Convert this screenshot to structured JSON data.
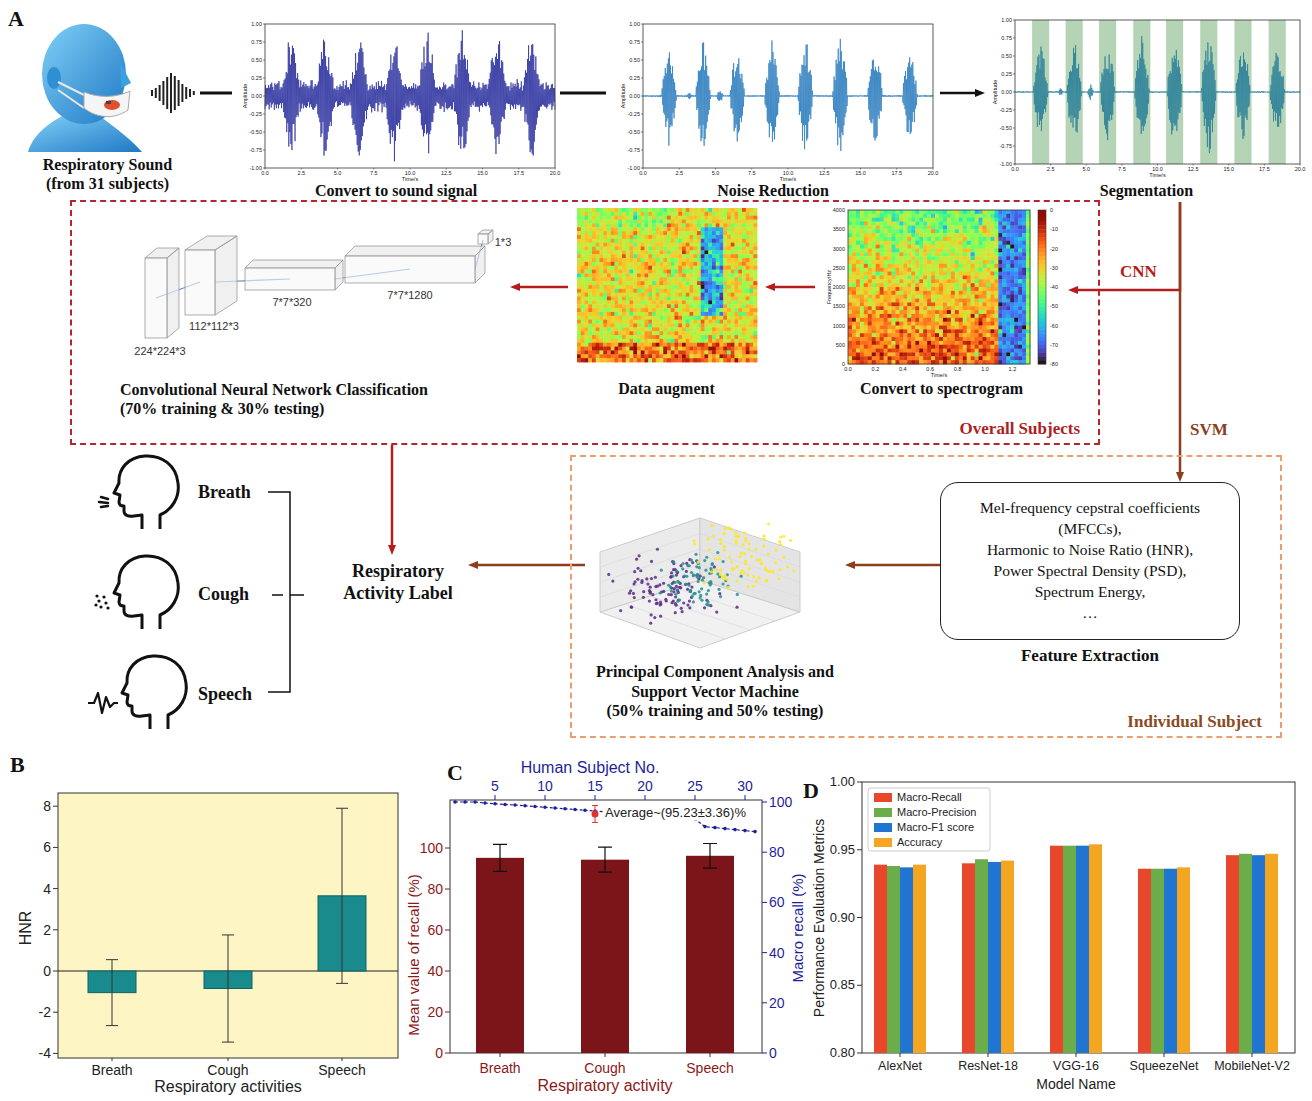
{
  "diagram": {
    "nodes": [
      {
        "text": [
          "Respiratory Sound (from 31 subjects)"
        ]
      },
      {
        "text": [
          "Convert to sound signal"
        ]
      },
      {
        "text": [
          "Noise Reduction"
        ]
      },
      {
        "text": [
          "Segmentation"
        ]
      },
      {
        "text": [
          "Overall Subjects"
        ]
      },
      {
        "text": [
          "Convolutional Neural Network Classification",
          "(70% training & 30% testing)"
        ],
        "in": 4
      },
      {
        "text": [
          "Data augment"
        ],
        "in": 4
      },
      {
        "text": [
          "Convert to spectrogram"
        ],
        "in": 4
      },
      {
        "text": [
          "Individual Subject"
        ]
      },
      {
        "text": [
          "Mel-frequency cepstral coefficients (MFCCs),",
          "Harmonic to Noise Ratio (HNR),",
          "Power Spectral Density (PSD),",
          "Spectrum Energy,",
          "…",
          "Feature Extraction"
        ],
        "in": 8
      },
      {
        "text": [
          "Principal Component Analysis and Support Vector Machine",
          "(50% training and 50% testing)"
        ],
        "in": 8
      },
      {
        "text": [
          "Respiratory Activity Label"
        ]
      },
      {
        "text": [
          "Breath"
        ]
      },
      {
        "text": [
          "Cough"
        ]
      },
      {
        "text": [
          "Speech"
        ]
      }
    ],
    "edges": [
      {
        "from": 0,
        "to": 1,
        "arrow": "none"
      },
      {
        "from": 1,
        "to": 2,
        "arrow": "none"
      },
      {
        "from": 2,
        "to": 3,
        "arrow": "to"
      },
      {
        "from": 3,
        "to": 7,
        "label": "CNN",
        "arrow": "to"
      },
      {
        "from": 3,
        "to": 9,
        "label": "SVM",
        "arrow": "to"
      },
      {
        "from": 7,
        "to": 6,
        "arrow": "to"
      },
      {
        "from": 6,
        "to": 5,
        "arrow": "to"
      },
      {
        "from": 4,
        "to": 11,
        "arrow": "to"
      },
      {
        "from": 9,
        "to": 10,
        "arrow": "to"
      },
      {
        "from": 10,
        "to": 11,
        "arrow": "to"
      }
    ],
    "labels": [
      "1.00",
      "0.75",
      "0.50",
      "0.25",
      "0.00",
      "-0.25",
      "-0.50",
      "-0.75",
      "-1.00",
      "0.0",
      "2.5",
      "5.0",
      "7.5",
      "10.0",
      "12.5",
      "15.0",
      "17.5",
      "20.0",
      "Time/s",
      "Amplitude",
      "1.00",
      "0.75",
      "0.50",
      "0.25",
      "0.00",
      "-0.25",
      "-0.50",
      "-0.75",
      "-1.00",
      "0.0",
      "2.5",
      "5.0",
      "7.5",
      "10.0",
      "12.5",
      "15.0",
      "17.5",
      "20.0",
      "Time/s",
      "Amplitude",
      "1.00",
      "0.75",
      "0.50",
      "0.25",
      "0.00",
      "-0.25",
      "-0.50",
      "-0.75",
      "-1.00",
      "0.0",
      "2.5",
      "5.0",
      "7.5",
      "10.0",
      "12.5",
      "15.0",
      "17.5",
      "20.0",
      "Time/s",
      "Amplitude",
      "4000",
      "3500",
      "3000",
      "2500",
      "2000",
      "1500",
      "1000",
      "500",
      "0",
      "0.0",
      "0.2",
      "0.4",
      "0.6",
      "0.8",
      "1.0",
      "1.2",
      "Time/s",
      "Frequency/Hz",
      "0",
      "-10",
      "-20",
      "-30",
      "-40",
      "-50",
      "-60",
      "-70",
      "-80",
      "224*224*3",
      "112*112*3",
      "7*7*320",
      "7*7*1280",
      "1*3",
      "A",
      "B",
      "C",
      "D",
      "8",
      "6",
      "4",
      "2",
      "0",
      "-2",
      "-4",
      "HNR",
      "Breath",
      "Cough",
      "Speech",
      "Respiratory activities",
      "5",
      "10",
      "15",
      "20",
      "25",
      "30",
      "Human Subject No.",
      "0",
      "20",
      "40",
      "60",
      "80",
      "100",
      "0",
      "20",
      "40",
      "60",
      "80",
      "100",
      "Mean value of recall (%)",
      "Macro recall (%)",
      "Breath",
      "Cough",
      "Speech",
      "Respiratory activity",
      "Average~(95.23±3.36)%",
      "1.00",
      "0.95",
      "0.90",
      "0.85",
      "0.80",
      "Performance Evaluation Metrics",
      "AlexNet",
      "ResNet-18",
      "VGG-16",
      "SqueezeNet",
      "MobileNet-V2",
      "Model Name"
    ],
    "legend": [
      {
        "text": "Macro-Recall",
        "color": "#e8472b"
      },
      {
        "text": "Macro-Precision",
        "color": "#6aad4a"
      },
      {
        "text": "Macro-F1 score",
        "color": "#1f75cf"
      },
      {
        "text": "Accuracy",
        "color": "#f4a623"
      }
    ]
  }
}
